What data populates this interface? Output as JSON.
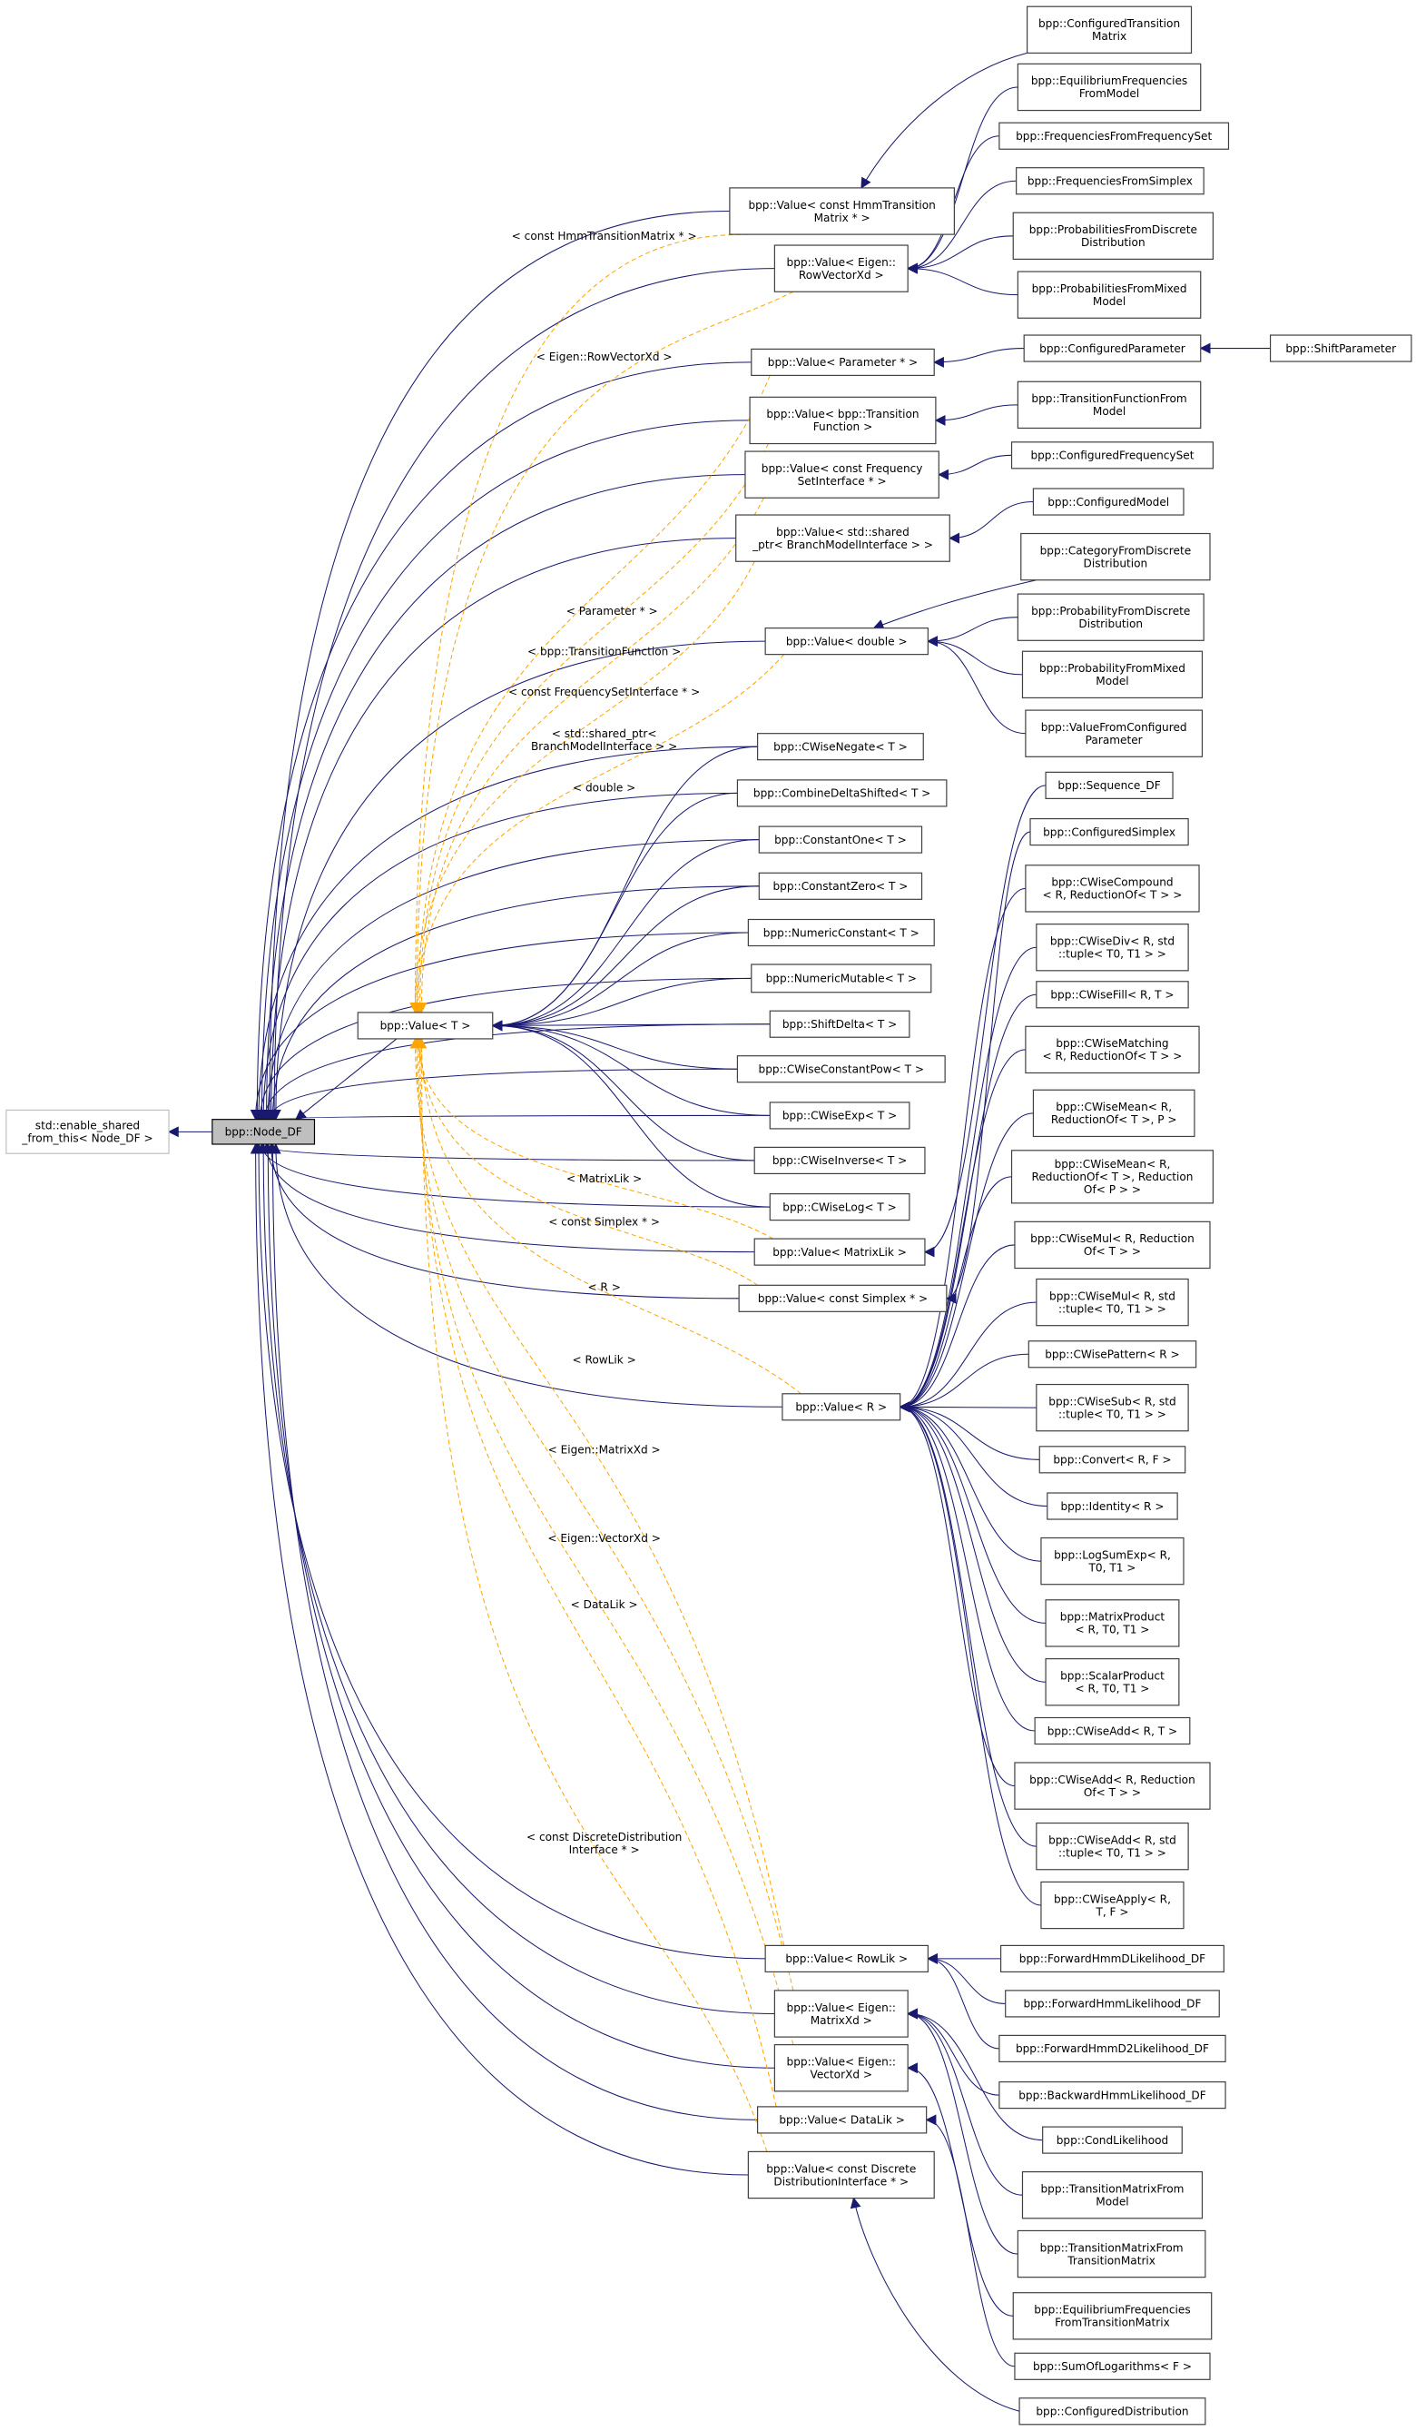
{
  "title": "bpp::Node_DF inheritance graph",
  "colors": {
    "inherit_edge": "#191970",
    "template_edge": "#ffa500",
    "focus_fill": "#bfbfbf"
  },
  "nodes": [
    {
      "lines": [
        "std::enable_shared",
        "_from_this< Node_DF >"
      ]
    },
    {
      "lines": [
        "bpp::Node_DF"
      ]
    },
    {
      "lines": [
        "bpp::Value< T >"
      ]
    },
    {
      "lines": [
        "bpp::Value< const HmmTransition",
        "Matrix * >"
      ]
    },
    {
      "lines": [
        "bpp::Value< Eigen::",
        "RowVectorXd >"
      ]
    },
    {
      "lines": [
        "bpp::Value< Parameter * >"
      ]
    },
    {
      "lines": [
        "bpp::Value< bpp::Transition",
        "Function >"
      ]
    },
    {
      "lines": [
        "bpp::Value< const Frequency",
        "SetInterface * >"
      ]
    },
    {
      "lines": [
        "bpp::Value< std::shared",
        "_ptr< BranchModelInterface > >"
      ]
    },
    {
      "lines": [
        "bpp::Value< double >"
      ]
    },
    {
      "lines": [
        "bpp::CWiseNegate< T >"
      ]
    },
    {
      "lines": [
        "bpp::CombineDeltaShifted< T >"
      ]
    },
    {
      "lines": [
        "bpp::ConstantOne< T >"
      ]
    },
    {
      "lines": [
        "bpp::ConstantZero< T >"
      ]
    },
    {
      "lines": [
        "bpp::NumericConstant< T >"
      ]
    },
    {
      "lines": [
        "bpp::NumericMutable< T >"
      ]
    },
    {
      "lines": [
        "bpp::ShiftDelta< T >"
      ]
    },
    {
      "lines": [
        "bpp::CWiseConstantPow< T >"
      ]
    },
    {
      "lines": [
        "bpp::CWiseExp< T >"
      ]
    },
    {
      "lines": [
        "bpp::CWiseInverse< T >"
      ]
    },
    {
      "lines": [
        "bpp::CWiseLog< T >"
      ]
    },
    {
      "lines": [
        "bpp::Value< MatrixLik >"
      ]
    },
    {
      "lines": [
        "bpp::Value< const Simplex * >"
      ]
    },
    {
      "lines": [
        "bpp::Value< R >"
      ]
    },
    {
      "lines": [
        "bpp::Value< RowLik >"
      ]
    },
    {
      "lines": [
        "bpp::Value< Eigen::",
        "MatrixXd >"
      ]
    },
    {
      "lines": [
        "bpp::Value< Eigen::",
        "VectorXd >"
      ]
    },
    {
      "lines": [
        "bpp::Value< DataLik >"
      ]
    },
    {
      "lines": [
        "bpp::Value< const Discrete",
        "DistributionInterface * >"
      ]
    },
    {
      "lines": [
        "bpp::ConfiguredTransition",
        "Matrix"
      ]
    },
    {
      "lines": [
        "bpp::EquilibriumFrequencies",
        "FromModel"
      ]
    },
    {
      "lines": [
        "bpp::FrequenciesFromFrequencySet"
      ]
    },
    {
      "lines": [
        "bpp::FrequenciesFromSimplex"
      ]
    },
    {
      "lines": [
        "bpp::ProbabilitiesFromDiscrete",
        "Distribution"
      ]
    },
    {
      "lines": [
        "bpp::ProbabilitiesFromMixed",
        "Model"
      ]
    },
    {
      "lines": [
        "bpp::ConfiguredParameter"
      ]
    },
    {
      "lines": [
        "bpp::ShiftParameter"
      ]
    },
    {
      "lines": [
        "bpp::TransitionFunctionFrom",
        "Model"
      ]
    },
    {
      "lines": [
        "bpp::ConfiguredFrequencySet"
      ]
    },
    {
      "lines": [
        "bpp::ConfiguredModel"
      ]
    },
    {
      "lines": [
        "bpp::CategoryFromDiscrete",
        "Distribution"
      ]
    },
    {
      "lines": [
        "bpp::ProbabilityFromDiscrete",
        "Distribution"
      ]
    },
    {
      "lines": [
        "bpp::ProbabilityFromMixed",
        "Model"
      ]
    },
    {
      "lines": [
        "bpp::ValueFromConfigured",
        "Parameter"
      ]
    },
    {
      "lines": [
        "bpp::Sequence_DF"
      ]
    },
    {
      "lines": [
        "bpp::ConfiguredSimplex"
      ]
    },
    {
      "lines": [
        "bpp::CWiseCompound",
        "< R, ReductionOf< T > >"
      ]
    },
    {
      "lines": [
        "bpp::CWiseDiv< R, std",
        "::tuple< T0, T1 > >"
      ]
    },
    {
      "lines": [
        "bpp::CWiseFill< R, T >"
      ]
    },
    {
      "lines": [
        "bpp::CWiseMatching",
        "< R, ReductionOf< T > >"
      ]
    },
    {
      "lines": [
        "bpp::CWiseMean< R,",
        "ReductionOf< T >, P >"
      ]
    },
    {
      "lines": [
        "bpp::CWiseMean< R,",
        "ReductionOf< T >, Reduction",
        "Of< P > >"
      ]
    },
    {
      "lines": [
        "bpp::CWiseMul< R, Reduction",
        "Of< T > >"
      ]
    },
    {
      "lines": [
        "bpp::CWiseMul< R, std",
        "::tuple< T0, T1 > >"
      ]
    },
    {
      "lines": [
        "bpp::CWisePattern< R >"
      ]
    },
    {
      "lines": [
        "bpp::CWiseSub< R, std",
        "::tuple< T0, T1 > >"
      ]
    },
    {
      "lines": [
        "bpp::Convert< R, F >"
      ]
    },
    {
      "lines": [
        "bpp::Identity< R >"
      ]
    },
    {
      "lines": [
        "bpp::LogSumExp< R,",
        "T0, T1 >"
      ]
    },
    {
      "lines": [
        "bpp::MatrixProduct",
        "< R, T0, T1 >"
      ]
    },
    {
      "lines": [
        "bpp::ScalarProduct",
        "< R, T0, T1 >"
      ]
    },
    {
      "lines": [
        "bpp::CWiseAdd< R, T >"
      ]
    },
    {
      "lines": [
        "bpp::CWiseAdd< R, Reduction",
        "Of< T > >"
      ]
    },
    {
      "lines": [
        "bpp::CWiseAdd< R, std",
        "::tuple< T0, T1 > >"
      ]
    },
    {
      "lines": [
        "bpp::CWiseApply< R,",
        "T, F >"
      ]
    },
    {
      "lines": [
        "bpp::ForwardHmmDLikelihood_DF"
      ]
    },
    {
      "lines": [
        "bpp::ForwardHmmLikelihood_DF"
      ]
    },
    {
      "lines": [
        "bpp::ForwardHmmD2Likelihood_DF"
      ]
    },
    {
      "lines": [
        "bpp::BackwardHmmLikelihood_DF"
      ]
    },
    {
      "lines": [
        "bpp::CondLikelihood"
      ]
    },
    {
      "lines": [
        "bpp::TransitionMatrixFrom",
        "Model"
      ]
    },
    {
      "lines": [
        "bpp::TransitionMatrixFrom",
        "TransitionMatrix"
      ]
    },
    {
      "lines": [
        "bpp::EquilibriumFrequencies",
        "FromTransitionMatrix"
      ]
    },
    {
      "lines": [
        "bpp::SumOfLogarithms< F >"
      ]
    },
    {
      "lines": [
        "bpp::ConfiguredDistribution"
      ]
    }
  ],
  "template_args": [
    {
      "lines": [
        "< const HmmTransitionMatrix * >"
      ]
    },
    {
      "lines": [
        "< Eigen::RowVectorXd >"
      ]
    },
    {
      "lines": [
        "< Parameter * >"
      ]
    },
    {
      "lines": [
        "< bpp::TransitionFunction >"
      ]
    },
    {
      "lines": [
        "< const FrequencySetInterface * >"
      ]
    },
    {
      "lines": [
        "< std::shared_ptr<",
        "BranchModelInterface > >"
      ]
    },
    {
      "lines": [
        "< double >"
      ]
    },
    {
      "lines": [
        "< MatrixLik >"
      ]
    },
    {
      "lines": [
        "< const Simplex * >"
      ]
    },
    {
      "lines": [
        "< R >"
      ]
    },
    {
      "lines": [
        "< RowLik >"
      ]
    },
    {
      "lines": [
        "< Eigen::MatrixXd >"
      ]
    },
    {
      "lines": [
        "< Eigen::VectorXd >"
      ]
    },
    {
      "lines": [
        "< DataLik >"
      ]
    },
    {
      "lines": [
        "< const DiscreteDistribution",
        "Interface * >"
      ]
    }
  ]
}
